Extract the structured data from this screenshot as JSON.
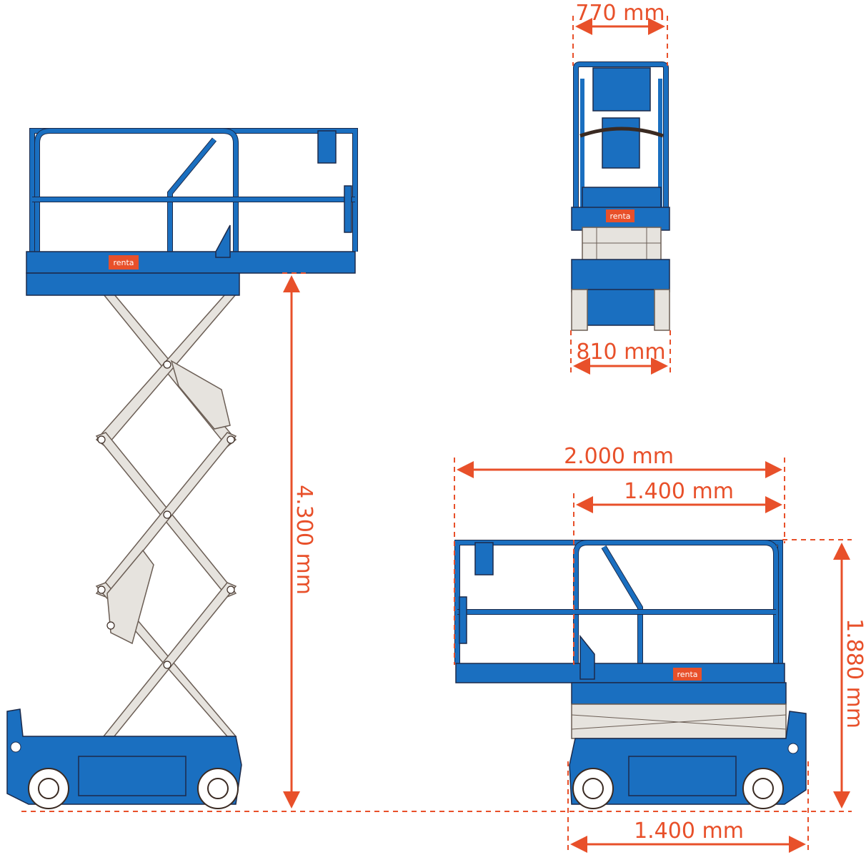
{
  "brand": {
    "logo_text": "renta",
    "primary_color": "#1a6fc0",
    "accent_color": "#e8502a"
  },
  "dimensions": {
    "working_height": "4.300 mm",
    "front_platform_width": "770 mm",
    "front_base_width": "810 mm",
    "overall_length": "2.000 mm",
    "platform_length": "1.400 mm",
    "stowed_height": "1.880 mm",
    "wheelbase_length": "1.400 mm"
  }
}
